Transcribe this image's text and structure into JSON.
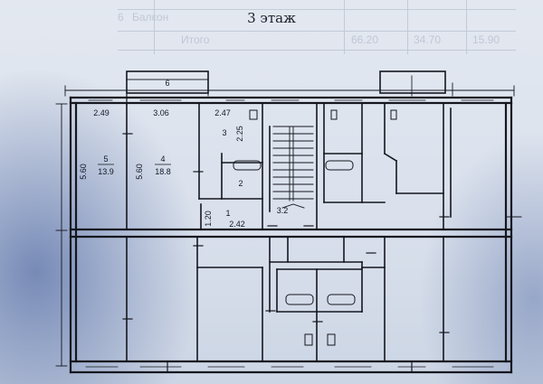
{
  "title": "3 этаж",
  "ghost_row": {
    "cell_a": "6",
    "cell_b": "Балкон",
    "cell_c": "Итого",
    "cell_d": "66.20",
    "cell_e": "34.70",
    "cell_f": "15.90"
  },
  "top_dimension": "6",
  "rooms": [
    {
      "num": "5",
      "area": "13.9",
      "width": "2.49",
      "depth": "5.60"
    },
    {
      "num": "4",
      "area": "18.8",
      "width": "3.06",
      "depth": "5.60"
    },
    {
      "num": "3",
      "area": "",
      "width": "2.47",
      "depth": "2.25"
    },
    {
      "num": "2",
      "area": "",
      "width": "",
      "depth": ""
    },
    {
      "num": "1",
      "area": "",
      "width": "2.42",
      "depth": "1.20"
    }
  ],
  "stair_dimension": "3.2"
}
